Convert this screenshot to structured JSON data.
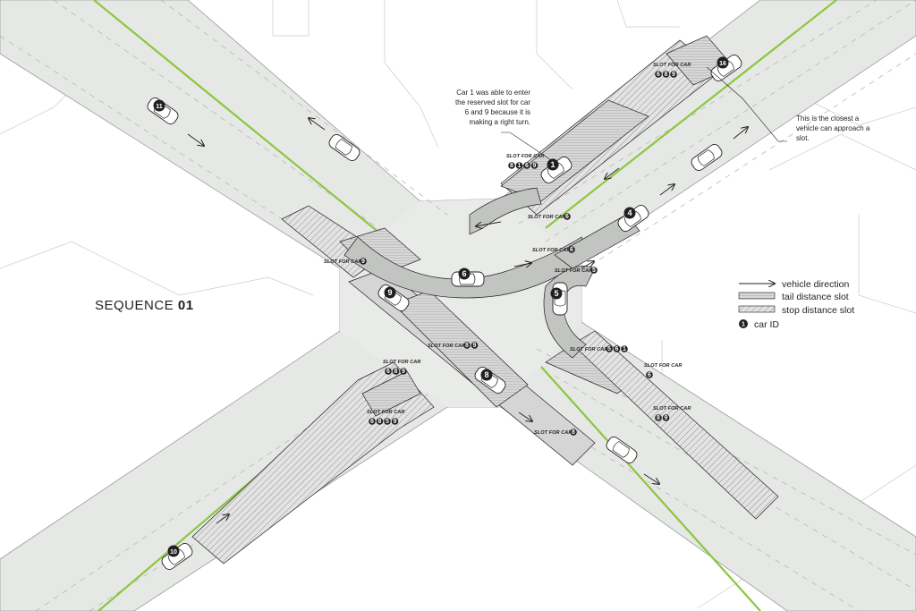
{
  "title": {
    "prefix": "SEQUENCE",
    "number": "01"
  },
  "notes": {
    "right_turn": [
      "Car 1 was able to enter",
      "the reserved slot for car",
      "6 and 9 because it is",
      "making a right turn."
    ],
    "closest": [
      "This is the closest a",
      "vehicle can approach a",
      "slot."
    ]
  },
  "legend": {
    "direction": "vehicle direction",
    "tail": "tail distance slot",
    "stop": "stop distance slot",
    "car_id": "car ID",
    "car_id_sample": "1"
  },
  "slot_label_text": "SLOT FOR CAR",
  "slot_labels": [
    {
      "ids": [
        "6",
        "8",
        "9"
      ]
    },
    {
      "ids": [
        "8",
        "1",
        "6",
        "9"
      ]
    },
    {
      "ids": [
        "6"
      ]
    },
    {
      "ids": [
        "6"
      ]
    },
    {
      "ids": [
        "5"
      ]
    },
    {
      "ids": [
        "9"
      ]
    },
    {
      "ids": [
        "8",
        "9"
      ]
    },
    {
      "ids": [
        "5",
        "6",
        "1"
      ]
    },
    {
      "ids": [
        "6",
        "8",
        "9"
      ]
    },
    {
      "ids": [
        "6"
      ]
    },
    {
      "ids": [
        "6",
        "8",
        "5",
        "9"
      ]
    },
    {
      "ids": [
        "8",
        "9"
      ]
    },
    {
      "ids": [
        "8"
      ]
    }
  ],
  "cars": [
    {
      "id": "11"
    },
    {
      "id": ""
    },
    {
      "id": "16"
    },
    {
      "id": ""
    },
    {
      "id": "1"
    },
    {
      "id": "4"
    },
    {
      "id": "6"
    },
    {
      "id": "5"
    },
    {
      "id": "9"
    },
    {
      "id": "8"
    },
    {
      "id": ""
    },
    {
      "id": "10"
    }
  ],
  "colors": {
    "road": "#e6e8e6",
    "lane_line": "#b5b8b5",
    "median": "#8dc63f",
    "slot_fill": "#d9dad9",
    "hatch": "#6d6e71",
    "ink": "#231f20"
  }
}
